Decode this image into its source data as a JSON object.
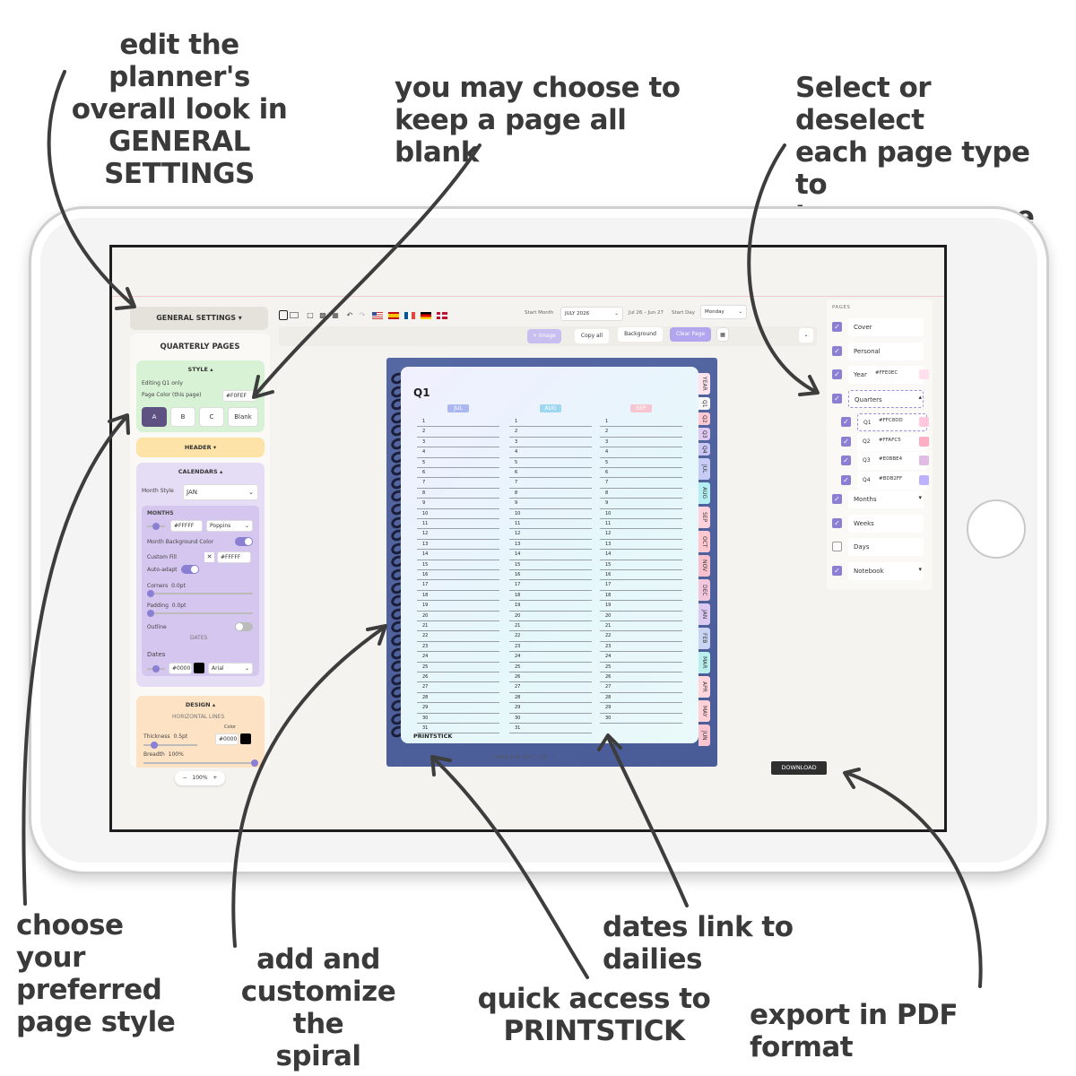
{
  "callouts": {
    "general_settings": "edit the planner's\noverall look in\nGENERAL\nSETTINGS",
    "blank_page": "you may choose to\nkeep a page all blank",
    "page_type": "Select or deselect\neach page type to\nkeep or remove",
    "page_style": "choose\nyour\npreferred\npage style",
    "spiral": "add and\ncustomize the\nspiral",
    "printstick": "quick access to\nPRINTSTICK",
    "dates": "dates link to dailies",
    "export": "export in PDF format"
  },
  "left_panel": {
    "general_settings_label": "GENERAL SETTINGS",
    "title": "QUARTERLY PAGES",
    "style": {
      "head": "STYLE",
      "editing": "Editing Q1 only",
      "page_color_label": "Page Color (this page)",
      "page_color_value": "#F0FEF",
      "options": [
        "A",
        "B",
        "C",
        "Blank"
      ],
      "selected": "A"
    },
    "header_label": "HEADER",
    "calendars": {
      "head": "CALENDARS",
      "month_style_label": "Month Style",
      "month_style_value": "JAN",
      "months_label": "MONTHS",
      "months_color": "#FFFFF",
      "months_font": "Poppins",
      "month_bg_label": "Month Background Color",
      "custom_fill_label": "Custom Fill",
      "custom_fill_value": "#FFFFF",
      "auto_adapt_label": "Auto-adapt",
      "corners_label": "Corners",
      "corners_value": "0.0pt",
      "padding_label": "Padding",
      "padding_value": "0.0pt",
      "outline_label": "Outline",
      "dates_section": "DATES",
      "dates_label": "Dates",
      "dates_color": "#0000",
      "dates_font": "Arial"
    },
    "design": {
      "head": "DESIGN",
      "sub": "HORIZONTAL LINES",
      "color_label": "Color",
      "thickness_label": "Thickness",
      "thickness_value": "0.5pt",
      "thickness_color": "#0000",
      "breadth_label": "Breadth",
      "breadth_value": "100%"
    },
    "zoom": "100%"
  },
  "toolbar": {
    "start_month_label": "Start Month",
    "start_month_value": "JULY 2026",
    "range_text": "Jul 26 – Jun 27",
    "start_day_label": "Start Day",
    "start_day_value": "Monday",
    "image_btn": "+ Image",
    "copy_all_btn": "Copy all",
    "background_btn": "Background",
    "clear_page_btn": "Clear Page"
  },
  "page": {
    "title": "Q1",
    "months": [
      "JUL",
      "AUG",
      "SEP"
    ],
    "month_colors": [
      "#a9b8f0",
      "#9fd6f0",
      "#f7c5d0"
    ],
    "days_per_month": [
      31,
      31,
      30
    ],
    "footer": "PRINTSTICK",
    "tabs": [
      {
        "label": "YEAR",
        "color": "#fde4ec"
      },
      {
        "label": "Q1",
        "color": "#f7f7f7"
      },
      {
        "label": "Q2",
        "color": "#ffc9d6"
      },
      {
        "label": "Q3",
        "color": "#e0c9f0"
      },
      {
        "label": "Q4",
        "color": "#c9c6f5"
      },
      {
        "label": "JUL",
        "color": "#c6ccf5"
      },
      {
        "label": "AUG",
        "color": "#b4eef2"
      },
      {
        "label": "SEP",
        "color": "#fdd2da"
      },
      {
        "label": "OCT",
        "color": "#ffc7cf"
      },
      {
        "label": "NOV",
        "color": "#f7c0cc"
      },
      {
        "label": "DEC",
        "color": "#f2c7dc"
      },
      {
        "label": "JAN",
        "color": "#dcc9f2"
      },
      {
        "label": "FEB",
        "color": "#c9d4f5"
      },
      {
        "label": "MAR",
        "color": "#b9f0ee"
      },
      {
        "label": "APR",
        "color": "#ffd6dc"
      },
      {
        "label": "MAY",
        "color": "#ffd0d6"
      },
      {
        "label": "JUN",
        "color": "#f7c4cf"
      }
    ]
  },
  "pager": "PAGE 4 OF 103 — Q1",
  "download_label": "DOWNLOAD",
  "right_panel": {
    "title": "PAGES",
    "items": [
      {
        "label": "Cover",
        "checked": true
      },
      {
        "label": "Personal",
        "checked": true
      },
      {
        "label": "Year",
        "checked": true,
        "hex": "#FFE0EC",
        "color": "#ffe0ec"
      },
      {
        "label": "Quarters",
        "checked": true,
        "expanded": true
      },
      {
        "label": "Q1",
        "checked": true,
        "hex": "#FFC8DD",
        "color": "#ffc8dd",
        "sub": true
      },
      {
        "label": "Q2",
        "checked": true,
        "hex": "#FFAFC5",
        "color": "#ffafc5",
        "sub": true
      },
      {
        "label": "Q3",
        "checked": true,
        "hex": "#E0BBE4",
        "color": "#e0bbe4",
        "sub": true
      },
      {
        "label": "Q4",
        "checked": true,
        "hex": "#BDB2FF",
        "color": "#bdb2ff",
        "sub": true
      },
      {
        "label": "Months",
        "checked": true
      },
      {
        "label": "Weeks",
        "checked": true
      },
      {
        "label": "Days",
        "checked": false
      },
      {
        "label": "Notebook",
        "checked": true
      }
    ]
  }
}
